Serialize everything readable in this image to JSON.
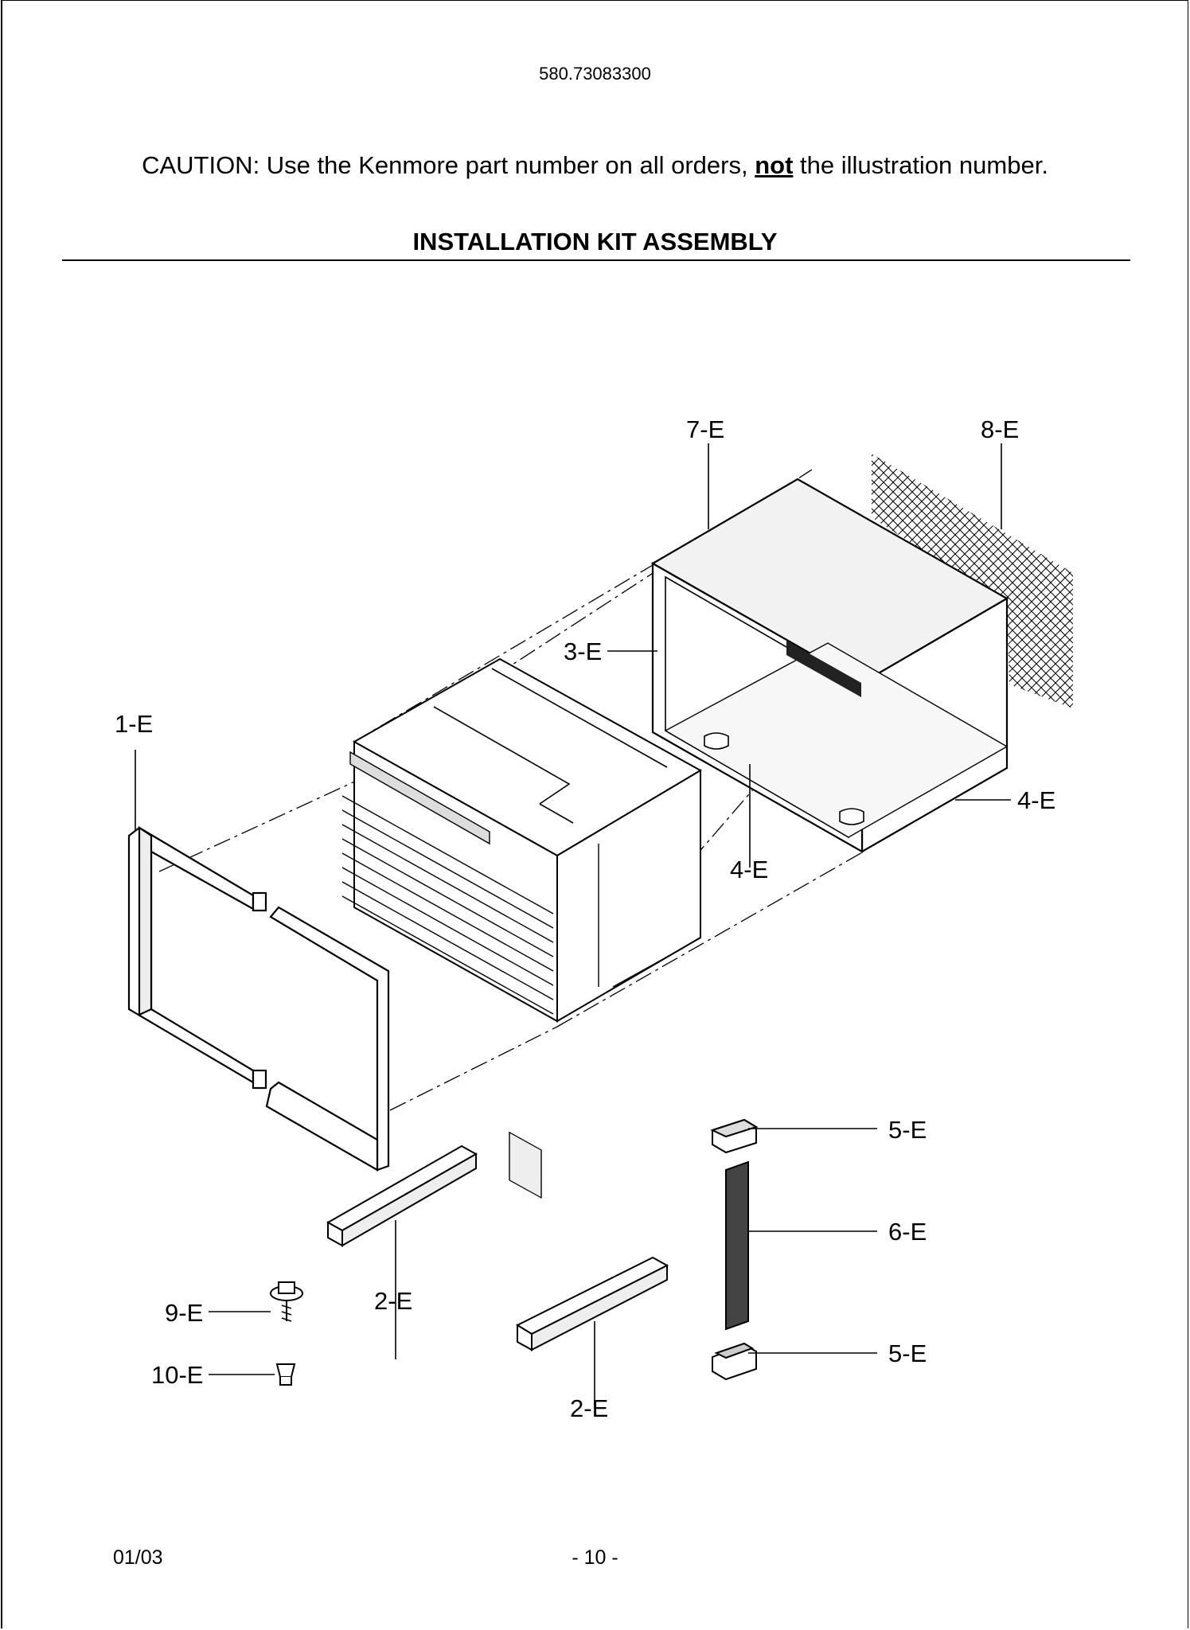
{
  "header": {
    "model_number": "580.73083300",
    "caution_prefix": "CAUTION: Use the Kenmore part number on all orders, ",
    "caution_emphasis": "not",
    "caution_suffix": " the illustration number.",
    "section_title": "INSTALLATION KIT ASSEMBLY"
  },
  "callouts": {
    "c1": "1-E",
    "c2a": "2-E",
    "c2b": "2-E",
    "c3": "3-E",
    "c4a": "4-E",
    "c4b": "4-E",
    "c5a": "5-E",
    "c5b": "5-E",
    "c6": "6-E",
    "c7": "7-E",
    "c8": "8-E",
    "c9": "9-E",
    "c10": "10-E"
  },
  "footer": {
    "date": "01/03",
    "page": "- 10 -"
  }
}
